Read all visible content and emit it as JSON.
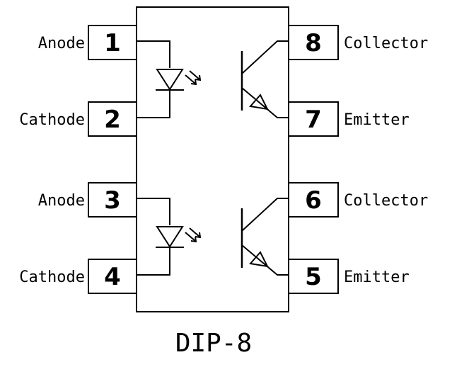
{
  "package_label": "DIP-8",
  "pins": [
    {
      "number": "1",
      "label": "Anode"
    },
    {
      "number": "2",
      "label": "Cathode"
    },
    {
      "number": "3",
      "label": "Anode"
    },
    {
      "number": "4",
      "label": "Cathode"
    },
    {
      "number": "5",
      "label": "Emitter"
    },
    {
      "number": "6",
      "label": "Collector"
    },
    {
      "number": "7",
      "label": "Emitter"
    },
    {
      "number": "8",
      "label": "Collector"
    }
  ],
  "icons": {
    "led": "led-icon",
    "light_emission": "light-arrows-icon",
    "phototransistor": "npn-phototransistor-icon"
  },
  "colors": {
    "line": "#000000",
    "background": "#ffffff"
  }
}
